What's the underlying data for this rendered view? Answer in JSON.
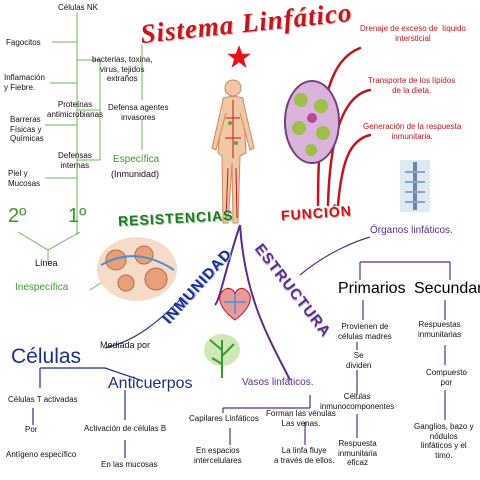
{
  "title": "Sistema Linfático",
  "banners": {
    "resistencias": "RESISTENCIAS",
    "funcion": "FUNCIÓN",
    "inmunidad": "INMUNIDAD",
    "estructura": "ESTRUCTURA"
  },
  "resistencias": {
    "celulas_nk": "Células NK",
    "fagocitos": "Fagocitos",
    "inflamacion": "Inflamación\ny Fiebre.",
    "barreras": "Barreras\nFísicas y\nQuímicas",
    "piel": "Piel y\nMucosas",
    "bacterias": "bacterias, toxina,\nvirus, tejidos\nextraños",
    "proteinas": "Proteínas\nantimicrobianas",
    "defensa_agentes": "Defensa agentes\ninvasores",
    "defensas_internas": "Defensas\ninternas",
    "especifica": "Específica",
    "inmunidad_paren": "(Inmunidad)",
    "segundo": "2º",
    "primero": "1º",
    "linea": "Línea",
    "inespecifica": "Inespecífica"
  },
  "funcion": {
    "drenaje": "Drenaje de exceso de  líquido\nintersticial",
    "transporte": "Transporte de los lípidos\nde la dieta.",
    "generacion": "Generación de la respuesta\ninmunitaria."
  },
  "estructura": {
    "organos": "Órganos linfáticos.",
    "primarios": "Primarios",
    "secundarios": "Secundarios",
    "provienen": "Provienen de\ncélulas madres",
    "se_dividen": "Se\ndividen",
    "celulas_inmuno": "Células\ninmunocomponentes",
    "respuesta_eficaz": "Respuesta\ninmunitaria\neficaz",
    "respuestas_inmunitarias": "Respuestas\ninmunitarias",
    "compuesto_por": "Compuesto\npor",
    "ganglios": "Ganglios, bazo y\nnódulos\nlinfáticos y el\ntimo.",
    "vasos": "Vasos linfáticos.",
    "capilares": "Capilares Linfáticos",
    "en_espacios": "En espacios\nintercelulares",
    "forman": "Forman las vénulas\nLas venas.",
    "linfa_fluye": "La linfa fluye\na través de ellos."
  },
  "inmunidad": {
    "mediada_por": "Mediada por",
    "celulas": "Células",
    "anticuerpos": "Anticuerpos",
    "celulas_t": "Células T activadas",
    "por": "Por",
    "antigeno": "Antígeno específico",
    "activacion_b": "Activación de células B",
    "en_mucosas": "En las mucosas"
  },
  "colors": {
    "resistencias": "#3a9a2e",
    "funcion": "#c0161e",
    "inmunidad": "#1b2f8a",
    "estructura": "#5a2f8a"
  }
}
